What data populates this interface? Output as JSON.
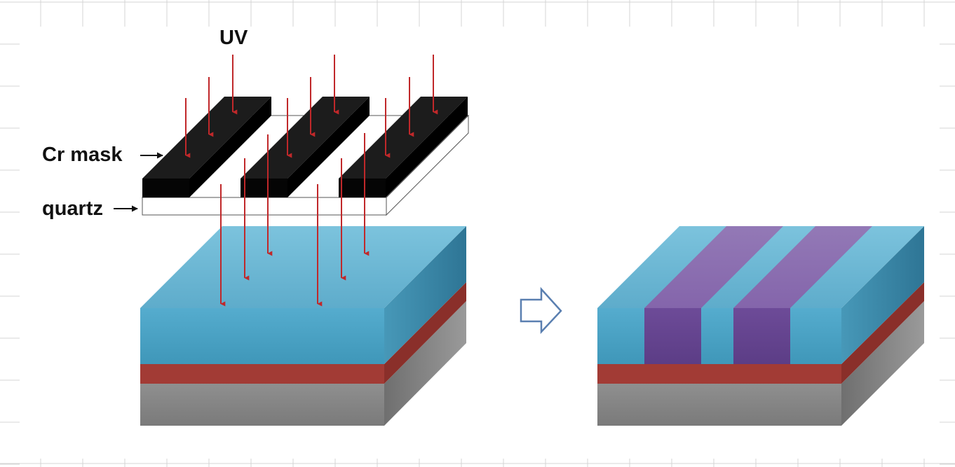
{
  "labels": {
    "uv": "UV",
    "cr_mask": "Cr mask",
    "quartz": "quartz"
  },
  "colors": {
    "grid": "#d4d4d4",
    "resist_top": "#74bcd8",
    "resist_front": "#4aa3c4",
    "resist_side": "#3a8aab",
    "red_layer": "#9e3a34",
    "substrate": "#8a8a8a",
    "mask": "#111111",
    "quartz": "#ffffff",
    "uv_arrow": "#c0282a",
    "exposed_stripe": "#8a6bb0",
    "process_arrow": "#5a7fb0"
  },
  "icons": {
    "process_arrow": "right-arrow-outline-icon",
    "label_pointer": "small-black-arrow-icon"
  }
}
